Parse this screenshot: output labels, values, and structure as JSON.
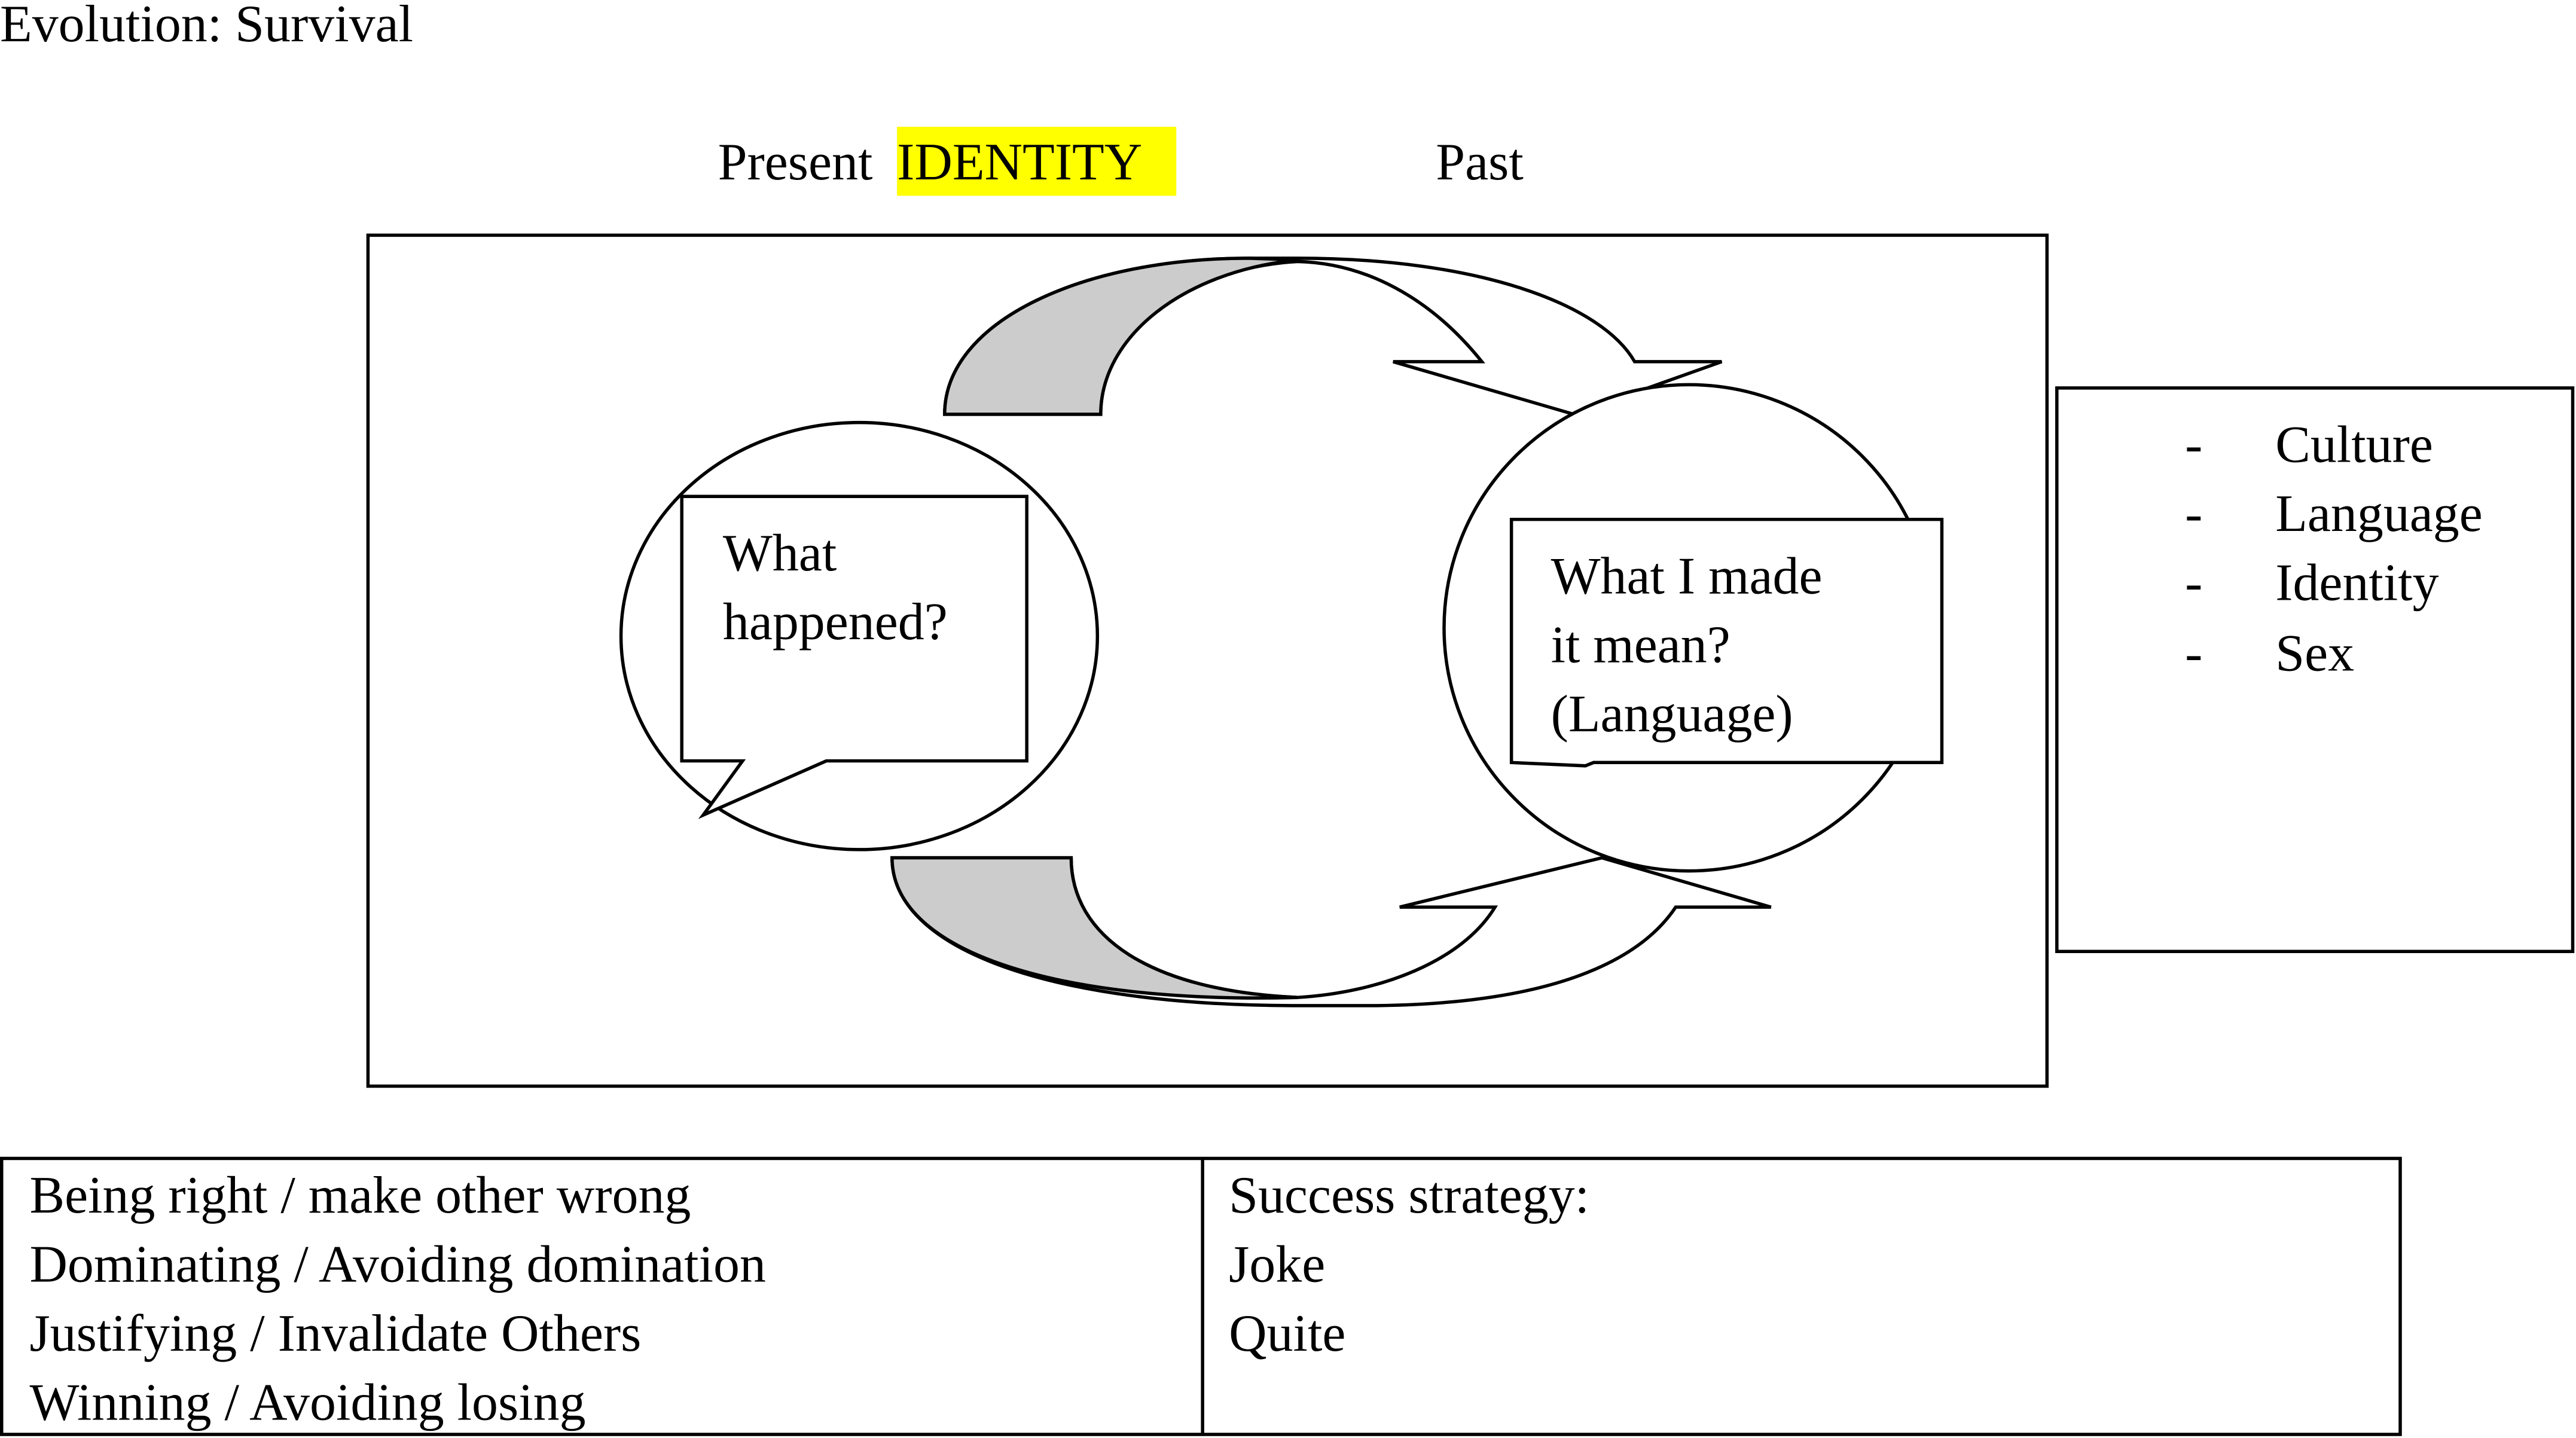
{
  "title": "Evolution: Survival",
  "header": {
    "present": "Present",
    "identity": "IDENTITY",
    "past": "Past"
  },
  "colors": {
    "highlight": "#ffff00",
    "arrow_shade": "#cccccc",
    "stroke": "#000000"
  },
  "left_bubble": {
    "lines": [
      "What",
      "happened?"
    ]
  },
  "right_bubble": {
    "lines": [
      "What I made",
      "it mean?",
      "(Language)"
    ]
  },
  "side_list": {
    "bullet": "-",
    "items": [
      "Culture",
      "Language",
      "Identity",
      "Sex"
    ]
  },
  "bottom_table": {
    "left": [
      "Being right / make other wrong",
      "Dominating / Avoiding domination",
      "Justifying / Invalidate Others",
      "Winning / Avoiding losing"
    ],
    "right": [
      "Success strategy:",
      "Joke",
      "Quite"
    ]
  }
}
